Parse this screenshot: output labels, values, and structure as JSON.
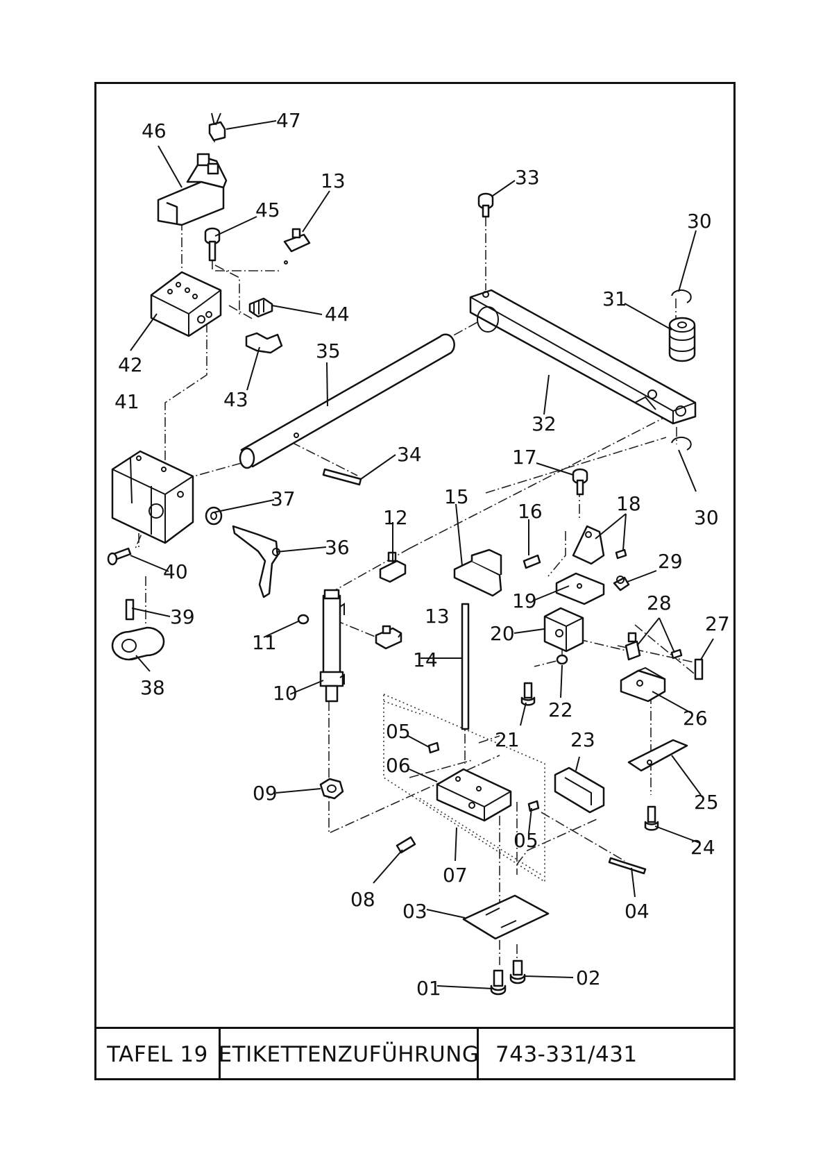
{
  "title_block": {
    "plate": "TAFEL 19",
    "title": "ETIKETTENZUFÜHRUNG",
    "model": "743-331/431"
  },
  "callouts": [
    "01",
    "02",
    "03",
    "04",
    "05",
    "05",
    "06",
    "07",
    "08",
    "09",
    "10",
    "11",
    "12",
    "13",
    "13",
    "14",
    "15",
    "16",
    "17",
    "18",
    "19",
    "20",
    "21",
    "22",
    "23",
    "24",
    "25",
    "26",
    "27",
    "28",
    "29",
    "30",
    "30",
    "31",
    "32",
    "33",
    "34",
    "35",
    "36",
    "37",
    "38",
    "39",
    "40",
    "41",
    "42",
    "43",
    "44",
    "45",
    "46",
    "47"
  ]
}
